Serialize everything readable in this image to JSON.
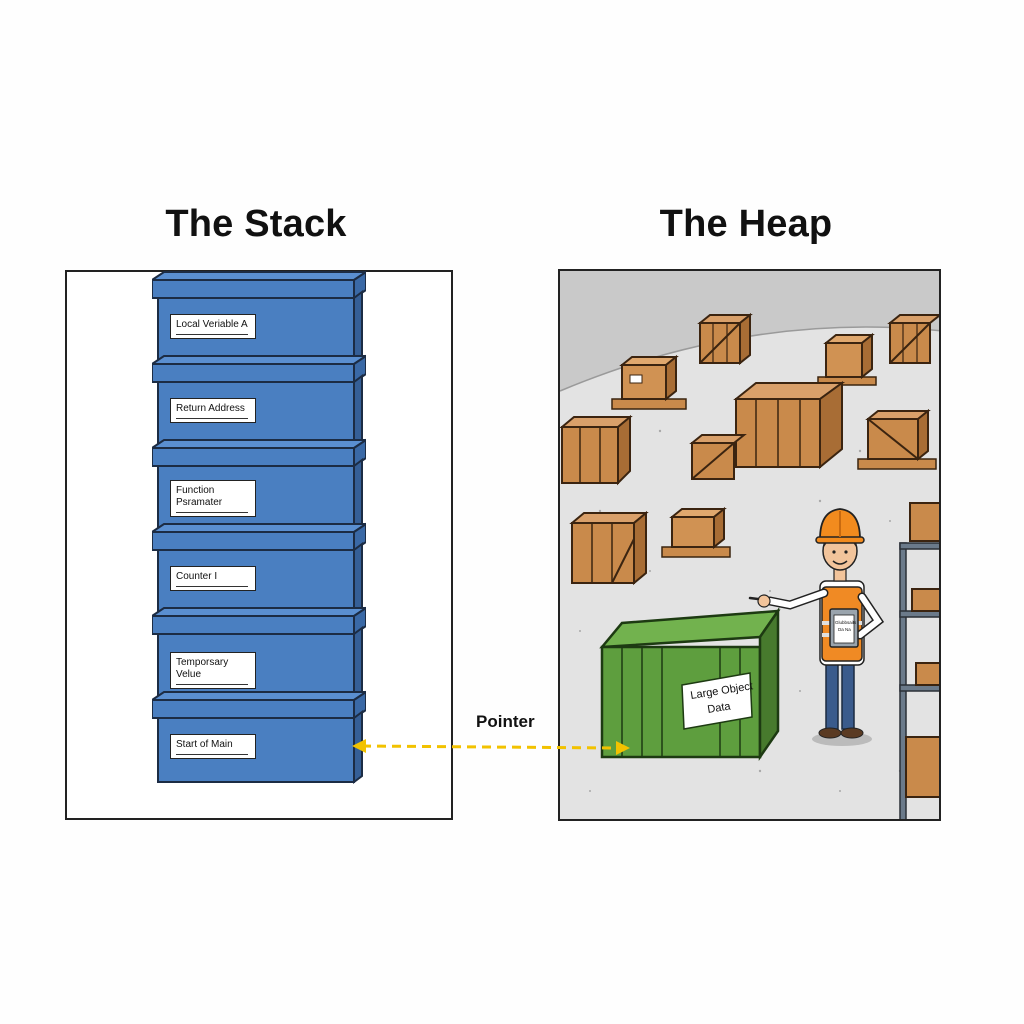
{
  "titles": {
    "stack": "The Stack",
    "heap": "The Heap"
  },
  "stack": {
    "frames": [
      {
        "label": "Local Veriable A"
      },
      {
        "label": "Return Address"
      },
      {
        "label": "Function\n    Psramater"
      },
      {
        "label": "Counter I"
      },
      {
        "label": "Temporsary Velue"
      },
      {
        "label": "Start of Main"
      }
    ]
  },
  "heap": {
    "large_crate_label": "Large Object Data",
    "clipboard_text": "Glubbsaits Da Na"
  },
  "pointer": {
    "label": "Pointer"
  },
  "colors": {
    "stack_box": "#4a7fc1",
    "stack_box_dark": "#3a69a6",
    "crate_wood": "#c98a4b",
    "green_crate": "#5e9e3e",
    "arrow": "#f2c200",
    "vest": "#f08a24",
    "hardhat": "#f28b1e"
  }
}
